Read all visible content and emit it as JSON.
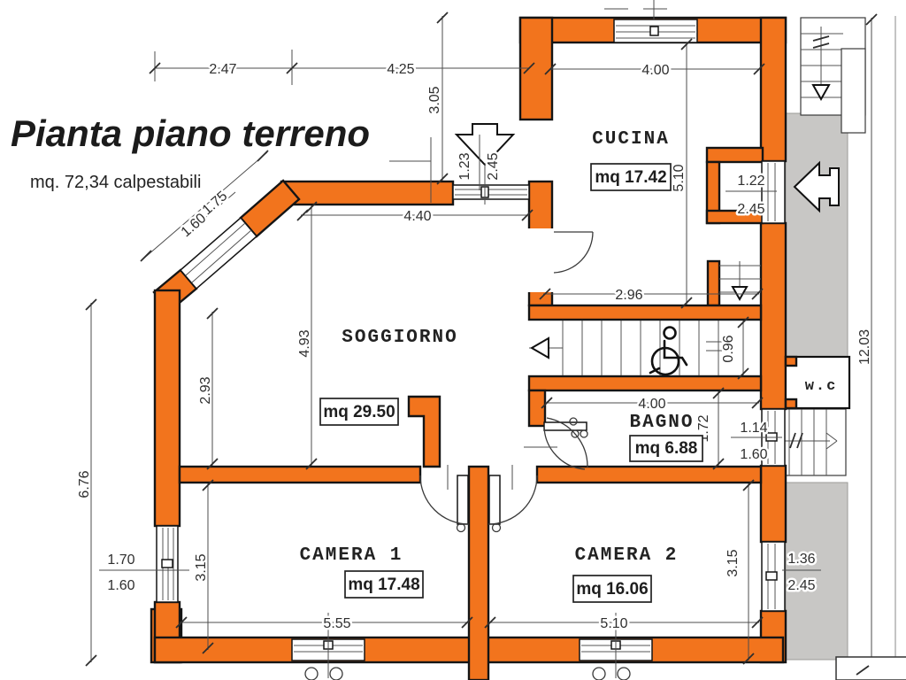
{
  "title": "Pianta piano terreno",
  "subtitle": "mq. 72,34 calpestabili",
  "colors": {
    "wall": "#f2741d",
    "outline": "#151515",
    "walkway_gray": "#c8c7c5",
    "dimension_line": "#4d4d4d",
    "background": "#ffffff"
  },
  "rooms": {
    "cucina": {
      "name": "CUCINA",
      "area": "mq 17.42"
    },
    "soggiorno": {
      "name": "SOGGIORNO",
      "area": "mq 29.50"
    },
    "bagno": {
      "name": "BAGNO",
      "area": "mq 6.88"
    },
    "camera1": {
      "name": "CAMERA 1",
      "area": "mq 17.48"
    },
    "camera2": {
      "name": "CAMERA 2",
      "area": "mq 16.06"
    },
    "wc": {
      "name": "w.c"
    }
  },
  "dims": {
    "top_left": "2.47",
    "top_mid": "4.25",
    "top_vert": "3.05",
    "entry_w": "1.23",
    "entry_h": "2.45",
    "cucina_w": "4.00",
    "cucina_h": "5.10",
    "door_right_w": "1.22",
    "door_right_h": "2.45",
    "diag_win_w": "1.75",
    "diag_win_w2": "1.60",
    "sogg_top": "4.40",
    "sogg_h": "4.93",
    "sogg_left": "2.93",
    "hall_w": "2.96",
    "hall_h": "0.96",
    "left_total": "6.76",
    "bagno_w": "4.00",
    "bagno_h": "1.72",
    "bagno_win_w": "1.14",
    "bagno_win_h": "1.60",
    "right_total": "12.03",
    "left_win_w": "1.70",
    "left_win_h": "1.60",
    "cam1_h": "3.15",
    "cam1_w": "5.55",
    "cam2_w": "5.10",
    "cam2_h": "3.15",
    "cam2_win_w": "1.36",
    "cam2_win_h": "2.45"
  },
  "icons": {
    "entrance": "down-arrow",
    "hall_exit": "left-arrow",
    "walkway": "left-arrow",
    "stairs_top": "down-arrow",
    "stairs_bottom": "right-arrow",
    "accessibility": "wheelchair"
  }
}
